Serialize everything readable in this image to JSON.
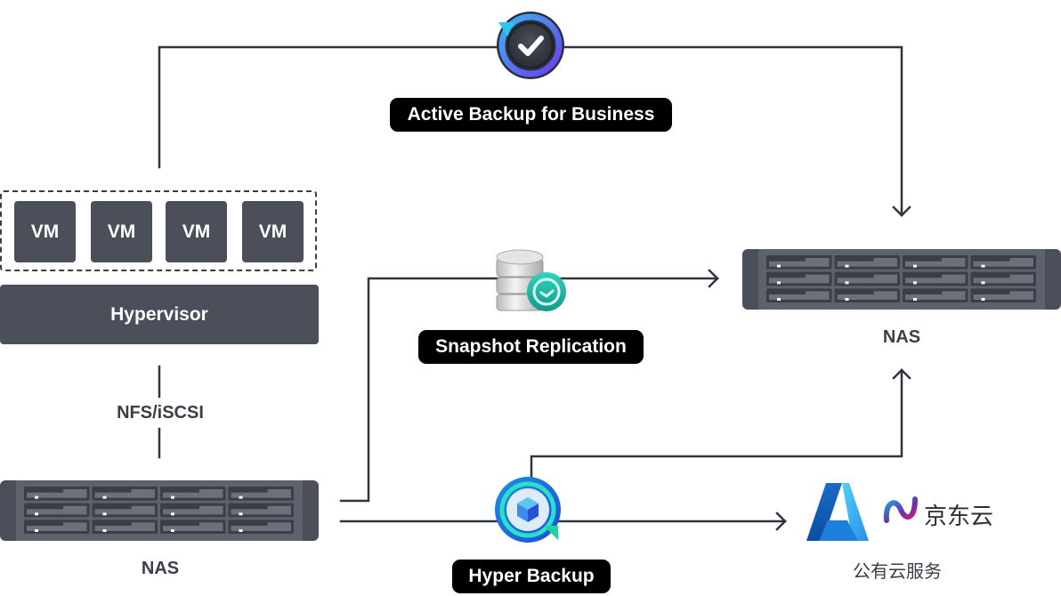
{
  "diagram": {
    "line_color": "#2f3640",
    "vm_labels": [
      "VM",
      "VM",
      "VM",
      "VM"
    ],
    "hypervisor_label": "Hypervisor",
    "protocol_label": "NFS/iSCSI",
    "source_nas_label": "NAS",
    "target_nas_label": "NAS",
    "cloud_label": "公有云服务",
    "cloud_brands": {
      "azure": "azure-logo",
      "jd_cloud_text": "京东云"
    },
    "apps": {
      "active_backup": {
        "label": "Active Backup for Business",
        "icon": "active-backup-icon"
      },
      "snapshot_replication": {
        "label": "Snapshot Replication",
        "icon": "snapshot-replication-icon"
      },
      "hyper_backup": {
        "label": "Hyper Backup",
        "icon": "hyper-backup-icon"
      }
    },
    "nas_bay_rows": 3,
    "nas_bay_cols": 4
  }
}
